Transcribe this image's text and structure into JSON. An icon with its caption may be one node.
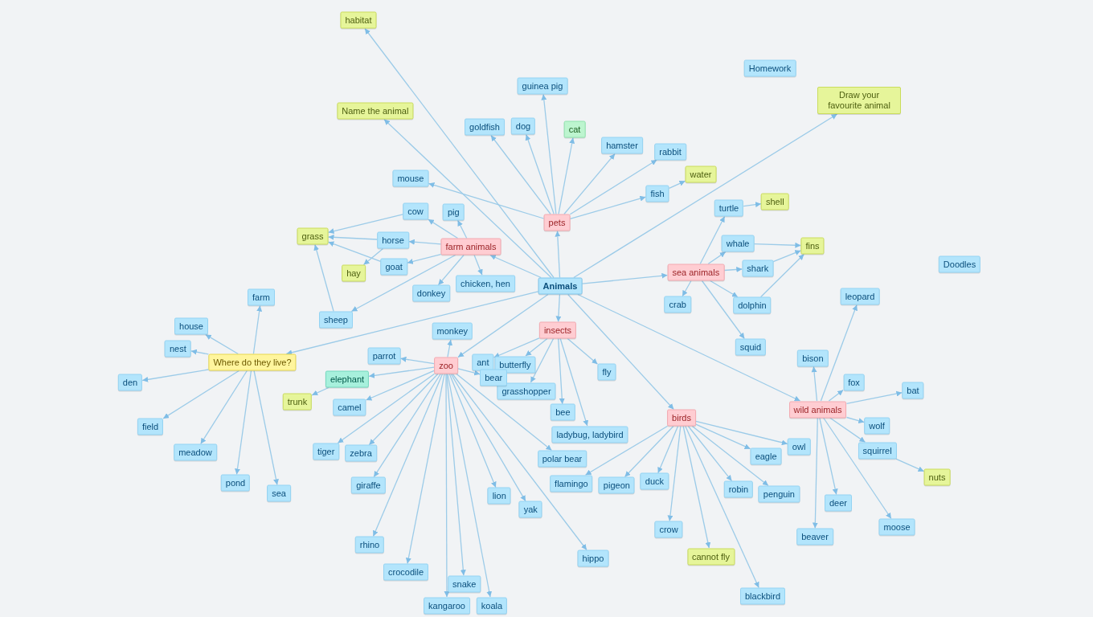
{
  "diagram": {
    "nodes": [
      {
        "text": [
          "Animals"
        ]
      },
      {
        "text": [
          "pets"
        ]
      },
      {
        "text": [
          "guinea pig"
        ]
      },
      {
        "text": [
          "goldfish"
        ]
      },
      {
        "text": [
          "dog"
        ]
      },
      {
        "text": [
          "mouse"
        ]
      },
      {
        "text": [
          "cat"
        ]
      },
      {
        "text": [
          "hamster"
        ]
      },
      {
        "text": [
          "rabbit"
        ]
      },
      {
        "text": [
          "fish"
        ]
      },
      {
        "text": [
          "water"
        ]
      },
      {
        "text": [
          "farm animals"
        ]
      },
      {
        "text": [
          "cow"
        ]
      },
      {
        "text": [
          "pig"
        ]
      },
      {
        "text": [
          "horse"
        ]
      },
      {
        "text": [
          "goat"
        ]
      },
      {
        "text": [
          "donkey"
        ]
      },
      {
        "text": [
          "chicken, hen"
        ]
      },
      {
        "text": [
          "sheep"
        ]
      },
      {
        "text": [
          "grass"
        ]
      },
      {
        "text": [
          "hay"
        ]
      },
      {
        "text": [
          "sea animals"
        ]
      },
      {
        "text": [
          "turtle"
        ]
      },
      {
        "text": [
          "shell"
        ]
      },
      {
        "text": [
          "whale"
        ]
      },
      {
        "text": [
          "shark"
        ]
      },
      {
        "text": [
          "dolphin"
        ]
      },
      {
        "text": [
          "fins"
        ]
      },
      {
        "text": [
          "crab"
        ]
      },
      {
        "text": [
          "squid"
        ]
      },
      {
        "text": [
          "insects"
        ]
      },
      {
        "text": [
          "ant"
        ]
      },
      {
        "text": [
          "butterfly"
        ]
      },
      {
        "text": [
          "grasshopper"
        ]
      },
      {
        "text": [
          "bee"
        ]
      },
      {
        "text": [
          "ladybug, ladybird"
        ]
      },
      {
        "text": [
          "fly"
        ]
      },
      {
        "text": [
          "zoo"
        ]
      },
      {
        "text": [
          "monkey"
        ]
      },
      {
        "text": [
          "parrot"
        ]
      },
      {
        "text": [
          "elephant"
        ]
      },
      {
        "text": [
          "trunk"
        ]
      },
      {
        "text": [
          "camel"
        ]
      },
      {
        "text": [
          "tiger"
        ]
      },
      {
        "text": [
          "zebra"
        ]
      },
      {
        "text": [
          "crocodile"
        ]
      },
      {
        "text": [
          "giraffe"
        ]
      },
      {
        "text": [
          "rhino"
        ]
      },
      {
        "text": [
          "kangaroo"
        ]
      },
      {
        "text": [
          "snake"
        ]
      },
      {
        "text": [
          "koala"
        ]
      },
      {
        "text": [
          "lion"
        ]
      },
      {
        "text": [
          "bear"
        ]
      },
      {
        "text": [
          "yak"
        ]
      },
      {
        "text": [
          "polar bear"
        ]
      },
      {
        "text": [
          "hippo"
        ]
      },
      {
        "text": [
          "birds"
        ]
      },
      {
        "text": [
          "flamingo"
        ]
      },
      {
        "text": [
          "pigeon"
        ]
      },
      {
        "text": [
          "duck"
        ]
      },
      {
        "text": [
          "eagle"
        ]
      },
      {
        "text": [
          "robin"
        ]
      },
      {
        "text": [
          "owl"
        ]
      },
      {
        "text": [
          "penguin"
        ]
      },
      {
        "text": [
          "crow"
        ]
      },
      {
        "text": [
          "cannot fly"
        ]
      },
      {
        "text": [
          "blackbird"
        ]
      },
      {
        "text": [
          "wild animals"
        ]
      },
      {
        "text": [
          "leopard"
        ]
      },
      {
        "text": [
          "bison"
        ]
      },
      {
        "text": [
          "fox"
        ]
      },
      {
        "text": [
          "bat"
        ]
      },
      {
        "text": [
          "wolf"
        ]
      },
      {
        "text": [
          "squirrel"
        ]
      },
      {
        "text": [
          "nuts"
        ]
      },
      {
        "text": [
          "deer"
        ]
      },
      {
        "text": [
          "beaver"
        ]
      },
      {
        "text": [
          "moose"
        ]
      },
      {
        "text": [
          "Where do they live?"
        ]
      },
      {
        "text": [
          "farm"
        ]
      },
      {
        "text": [
          "house"
        ]
      },
      {
        "text": [
          "nest"
        ]
      },
      {
        "text": [
          "den"
        ]
      },
      {
        "text": [
          "field"
        ]
      },
      {
        "text": [
          "meadow"
        ]
      },
      {
        "text": [
          "pond"
        ]
      },
      {
        "text": [
          "sea"
        ]
      },
      {
        "text": [
          "habitat"
        ]
      },
      {
        "text": [
          "Name the animal"
        ]
      },
      {
        "text": [
          "Draw your favourite animal"
        ]
      },
      {
        "text": [
          "Homework"
        ]
      },
      {
        "text": [
          "Doodles"
        ]
      }
    ],
    "edges": [
      {
        "from": 0,
        "to": 1,
        "arrow": "to"
      },
      {
        "from": 1,
        "to": 2,
        "arrow": "to"
      },
      {
        "from": 1,
        "to": 3,
        "arrow": "to"
      },
      {
        "from": 1,
        "to": 4,
        "arrow": "to"
      },
      {
        "from": 1,
        "to": 5,
        "arrow": "to"
      },
      {
        "from": 1,
        "to": 6,
        "arrow": "to"
      },
      {
        "from": 1,
        "to": 7,
        "arrow": "to"
      },
      {
        "from": 1,
        "to": 8,
        "arrow": "to"
      },
      {
        "from": 1,
        "to": 9,
        "arrow": "to"
      },
      {
        "from": 9,
        "to": 10,
        "arrow": "to"
      },
      {
        "from": 0,
        "to": 11,
        "arrow": "to"
      },
      {
        "from": 11,
        "to": 12,
        "arrow": "to"
      },
      {
        "from": 11,
        "to": 13,
        "arrow": "to"
      },
      {
        "from": 11,
        "to": 14,
        "arrow": "to"
      },
      {
        "from": 11,
        "to": 15,
        "arrow": "to"
      },
      {
        "from": 11,
        "to": 16,
        "arrow": "to"
      },
      {
        "from": 11,
        "to": 17,
        "arrow": "to"
      },
      {
        "from": 11,
        "to": 18,
        "arrow": "to"
      },
      {
        "from": 12,
        "to": 19,
        "arrow": "to"
      },
      {
        "from": 14,
        "to": 19,
        "arrow": "to"
      },
      {
        "from": 15,
        "to": 19,
        "arrow": "to"
      },
      {
        "from": 18,
        "to": 19,
        "arrow": "to"
      },
      {
        "from": 14,
        "to": 20,
        "arrow": "to"
      },
      {
        "from": 0,
        "to": 21,
        "arrow": "to"
      },
      {
        "from": 21,
        "to": 22,
        "arrow": "to"
      },
      {
        "from": 21,
        "to": 24,
        "arrow": "to"
      },
      {
        "from": 21,
        "to": 25,
        "arrow": "to"
      },
      {
        "from": 21,
        "to": 26,
        "arrow": "to"
      },
      {
        "from": 21,
        "to": 28,
        "arrow": "to"
      },
      {
        "from": 21,
        "to": 29,
        "arrow": "to"
      },
      {
        "from": 22,
        "to": 23,
        "arrow": "to"
      },
      {
        "from": 24,
        "to": 27,
        "arrow": "to"
      },
      {
        "from": 25,
        "to": 27,
        "arrow": "to"
      },
      {
        "from": 26,
        "to": 27,
        "arrow": "to"
      },
      {
        "from": 0,
        "to": 30,
        "arrow": "to"
      },
      {
        "from": 30,
        "to": 31,
        "arrow": "to"
      },
      {
        "from": 30,
        "to": 32,
        "arrow": "to"
      },
      {
        "from": 30,
        "to": 33,
        "arrow": "to"
      },
      {
        "from": 30,
        "to": 34,
        "arrow": "to"
      },
      {
        "from": 30,
        "to": 35,
        "arrow": "to"
      },
      {
        "from": 30,
        "to": 36,
        "arrow": "to"
      },
      {
        "from": 0,
        "to": 37,
        "arrow": "to"
      },
      {
        "from": 37,
        "to": 38,
        "arrow": "to"
      },
      {
        "from": 37,
        "to": 39,
        "arrow": "to"
      },
      {
        "from": 37,
        "to": 40,
        "arrow": "to"
      },
      {
        "from": 37,
        "to": 42,
        "arrow": "to"
      },
      {
        "from": 37,
        "to": 43,
        "arrow": "to"
      },
      {
        "from": 37,
        "to": 44,
        "arrow": "to"
      },
      {
        "from": 37,
        "to": 45,
        "arrow": "to"
      },
      {
        "from": 37,
        "to": 46,
        "arrow": "to"
      },
      {
        "from": 37,
        "to": 47,
        "arrow": "to"
      },
      {
        "from": 37,
        "to": 48,
        "arrow": "to"
      },
      {
        "from": 37,
        "to": 49,
        "arrow": "to"
      },
      {
        "from": 37,
        "to": 50,
        "arrow": "to"
      },
      {
        "from": 37,
        "to": 51,
        "arrow": "to"
      },
      {
        "from": 37,
        "to": 52,
        "arrow": "to"
      },
      {
        "from": 37,
        "to": 53,
        "arrow": "to"
      },
      {
        "from": 37,
        "to": 54,
        "arrow": "to"
      },
      {
        "from": 37,
        "to": 55,
        "arrow": "to"
      },
      {
        "from": 40,
        "to": 41,
        "arrow": "to"
      },
      {
        "from": 0,
        "to": 56,
        "arrow": "to"
      },
      {
        "from": 56,
        "to": 57,
        "arrow": "to"
      },
      {
        "from": 56,
        "to": 58,
        "arrow": "to"
      },
      {
        "from": 56,
        "to": 59,
        "arrow": "to"
      },
      {
        "from": 56,
        "to": 60,
        "arrow": "to"
      },
      {
        "from": 56,
        "to": 61,
        "arrow": "to"
      },
      {
        "from": 56,
        "to": 62,
        "arrow": "to"
      },
      {
        "from": 56,
        "to": 63,
        "arrow": "to"
      },
      {
        "from": 56,
        "to": 64,
        "arrow": "to"
      },
      {
        "from": 56,
        "to": 65,
        "arrow": "to"
      },
      {
        "from": 56,
        "to": 66,
        "arrow": "to"
      },
      {
        "from": 0,
        "to": 67,
        "arrow": "to"
      },
      {
        "from": 67,
        "to": 68,
        "arrow": "to"
      },
      {
        "from": 67,
        "to": 69,
        "arrow": "to"
      },
      {
        "from": 67,
        "to": 70,
        "arrow": "to"
      },
      {
        "from": 67,
        "to": 71,
        "arrow": "to"
      },
      {
        "from": 67,
        "to": 72,
        "arrow": "to"
      },
      {
        "from": 67,
        "to": 73,
        "arrow": "to"
      },
      {
        "from": 67,
        "to": 75,
        "arrow": "to"
      },
      {
        "from": 67,
        "to": 76,
        "arrow": "to"
      },
      {
        "from": 67,
        "to": 77,
        "arrow": "to"
      },
      {
        "from": 73,
        "to": 74,
        "arrow": "to"
      },
      {
        "from": 0,
        "to": 78,
        "arrow": "to"
      },
      {
        "from": 78,
        "to": 79,
        "arrow": "to"
      },
      {
        "from": 78,
        "to": 80,
        "arrow": "to"
      },
      {
        "from": 78,
        "to": 81,
        "arrow": "to"
      },
      {
        "from": 78,
        "to": 82,
        "arrow": "to"
      },
      {
        "from": 78,
        "to": 83,
        "arrow": "to"
      },
      {
        "from": 78,
        "to": 84,
        "arrow": "to"
      },
      {
        "from": 78,
        "to": 85,
        "arrow": "to"
      },
      {
        "from": 78,
        "to": 86,
        "arrow": "to"
      },
      {
        "from": 0,
        "to": 87,
        "arrow": "to"
      },
      {
        "from": 0,
        "to": 88,
        "arrow": "to"
      },
      {
        "from": 0,
        "to": 89,
        "arrow": "to"
      }
    ]
  }
}
